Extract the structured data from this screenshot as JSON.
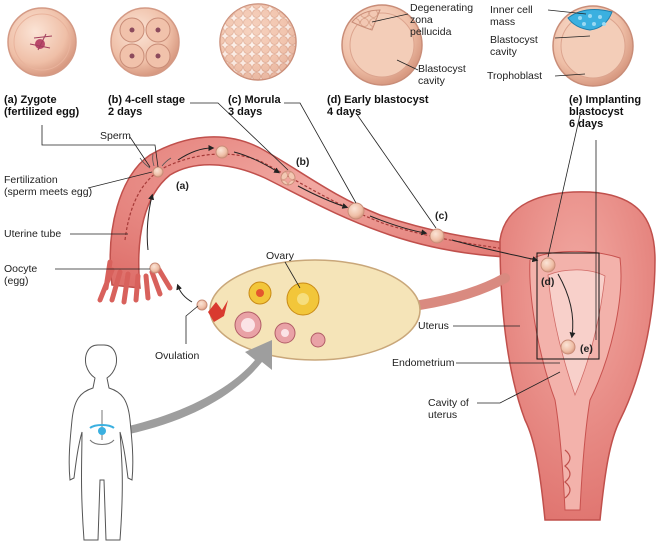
{
  "stages": {
    "zygote": "(a) Zygote\n(fertilized egg)",
    "four_cell": "(b) 4-cell stage\n2 days",
    "morula": "(c) Morula\n3 days",
    "early_blastocyst": "(d) Early blastocyst\n4 days",
    "implanting": "(e) Implanting\nblastocyst\n6 days"
  },
  "callouts": {
    "zona": "Degenerating\nzona\npellucida",
    "blastocyst_cavity_d": "Blastocyst\ncavity",
    "inner_cell_mass": "Inner cell\nmass",
    "blastocyst_cavity_e": "Blastocyst\ncavity",
    "trophoblast": "Trophoblast"
  },
  "anatomy": {
    "sperm": "Sperm",
    "fertilization": "Fertilization\n(sperm meets egg)",
    "uterine_tube": "Uterine tube",
    "oocyte": "Oocyte\n(egg)",
    "ovary": "Ovary",
    "ovulation": "Ovulation",
    "uterus": "Uterus",
    "endometrium": "Endometrium",
    "cavity": "Cavity of\nuterus"
  },
  "path_markers": {
    "a": "(a)",
    "b": "(b)",
    "c": "(c)",
    "d": "(d)",
    "e": "(e)"
  },
  "colors": {
    "tissue": "#e8837e",
    "tissue_dark": "#c8524f",
    "ovary_fill": "#f5e4b8",
    "embryo_fill": "#f0c4ad",
    "follicle_yellow": "#f2c63a",
    "inner_cell_blue": "#3bb0e0",
    "arrow_gray": "#9e9e9e"
  }
}
